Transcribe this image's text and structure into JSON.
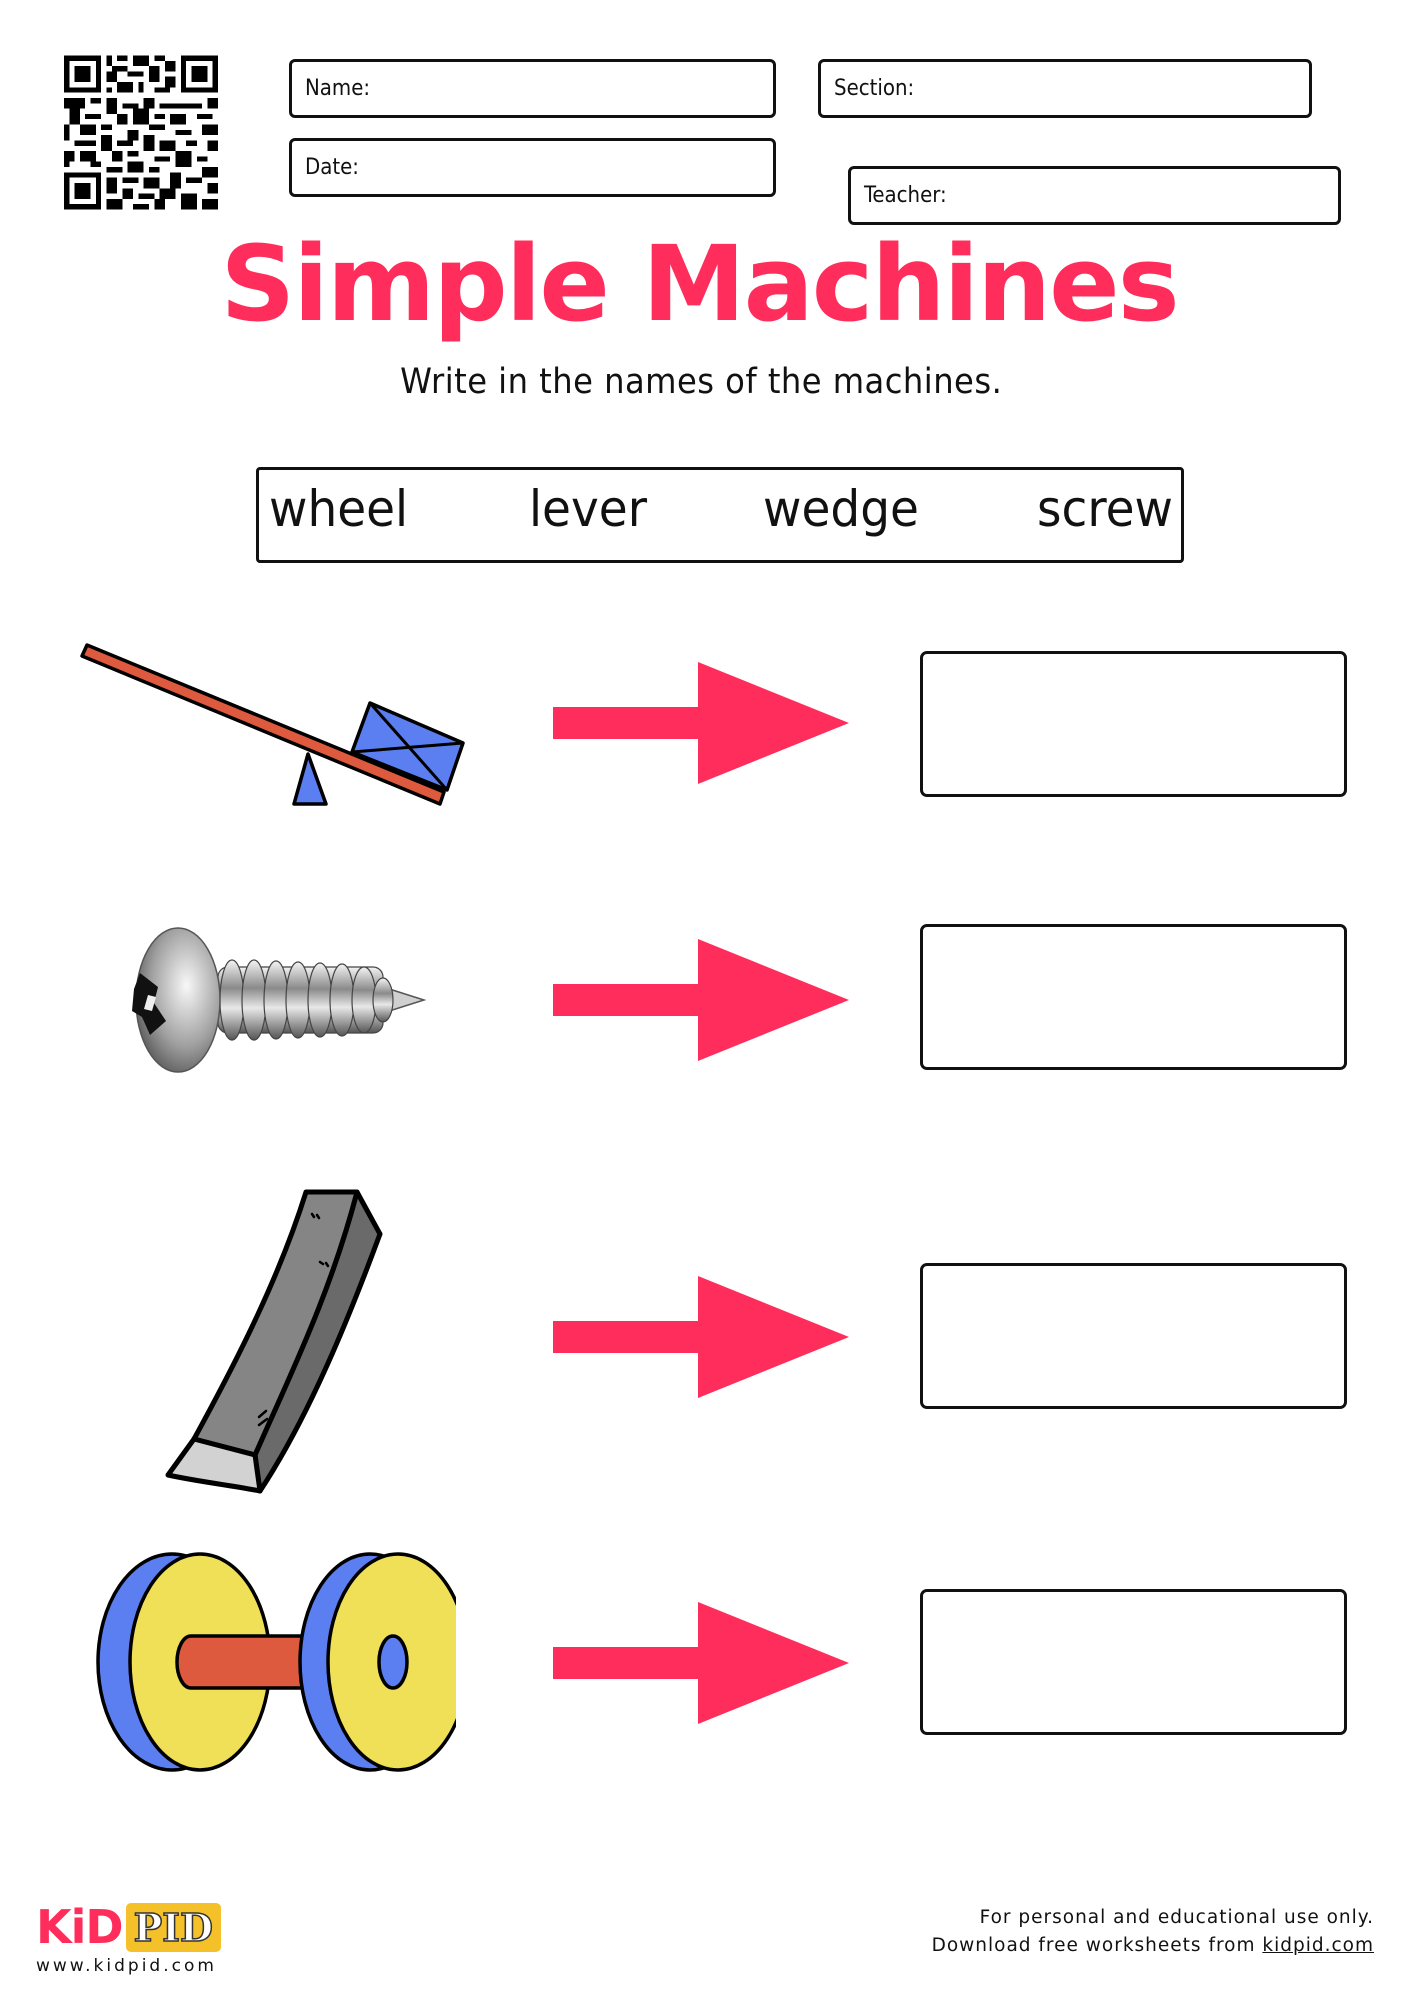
{
  "header": {
    "fields": [
      {
        "id": "name",
        "label": "Name:"
      },
      {
        "id": "section",
        "label": "Section:"
      },
      {
        "id": "date",
        "label": "Date:"
      },
      {
        "id": "teacher",
        "label": "Teacher:"
      }
    ],
    "qr_code": "qr-code"
  },
  "worksheet": {
    "title": "Simple Machines",
    "instruction": "Write in the names of the machines.",
    "word_bank": [
      "wheel",
      "lever",
      "wedge",
      "screw"
    ],
    "items": [
      {
        "picture": "lever-seesaw-icon",
        "answer": ""
      },
      {
        "picture": "screw-icon",
        "answer": ""
      },
      {
        "picture": "wedge-icon",
        "answer": ""
      },
      {
        "picture": "wheel-and-axle-icon",
        "answer": ""
      }
    ]
  },
  "colors": {
    "accent": "#ff2d5b",
    "blue": "#5b7ff0",
    "red_orange": "#dd5a3e",
    "yellow": "#f0e058",
    "logo_yellow": "#f4c12a"
  },
  "footer": {
    "logo_kid": "KiD",
    "logo_pid": "PID",
    "website": "www.kidpid.com",
    "note_line1": "For personal and educational use only.",
    "note_line2_prefix": "Download free worksheets from ",
    "note_link": "kidpid.com"
  }
}
